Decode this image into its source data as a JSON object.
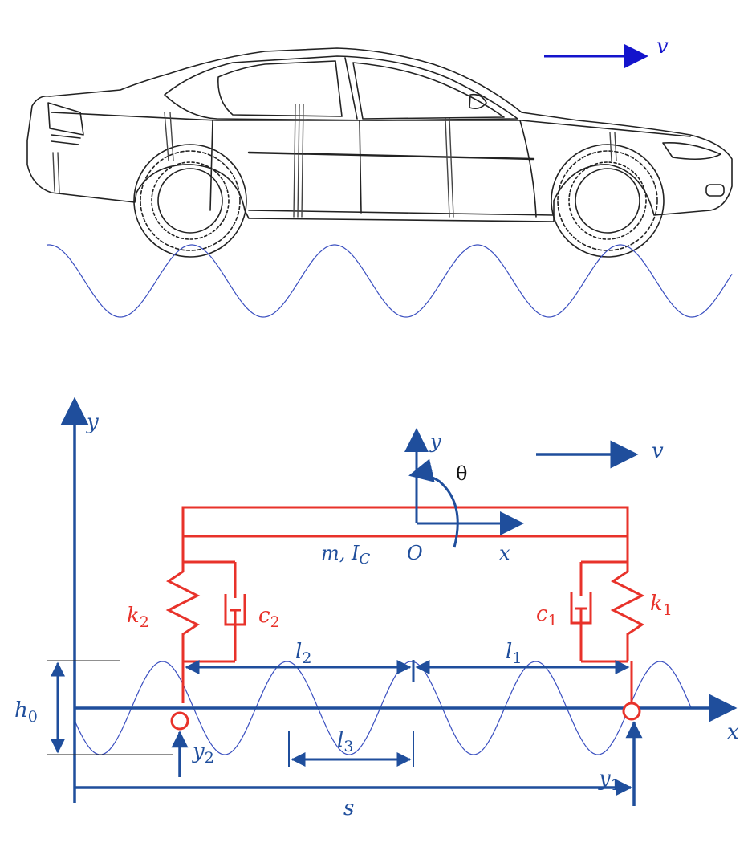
{
  "colors": {
    "axis": "#1f4e9c",
    "structure": "#e8322a",
    "road": "#3a4fc0",
    "car_outline": "#222222",
    "velocity": "#1414cc",
    "background": "#ffffff"
  },
  "top_panel": {
    "velocity_label": "v"
  },
  "model": {
    "velocity_label": "v",
    "y_axis_label": "y",
    "x_axis_label": "x",
    "body_y_label": "y",
    "body_x_label": "x",
    "theta_label": "θ",
    "origin_label": "O",
    "mass_label_main": "m, I",
    "mass_label_sub": "C",
    "k2_main": "k",
    "k2_sub": "2",
    "c2_main": "c",
    "c2_sub": "2",
    "c1_main": "c",
    "c1_sub": "1",
    "k1_main": "k",
    "k1_sub": "1",
    "l2_main": "l",
    "l2_sub": "2",
    "l1_main": "l",
    "l1_sub": "1",
    "l3_main": "l",
    "l3_sub": "3",
    "h0_main": "h",
    "h0_sub": "0",
    "y2_main": "y",
    "y2_sub": "2",
    "y1_main": "y",
    "y1_sub": "1",
    "s_label": "s"
  }
}
